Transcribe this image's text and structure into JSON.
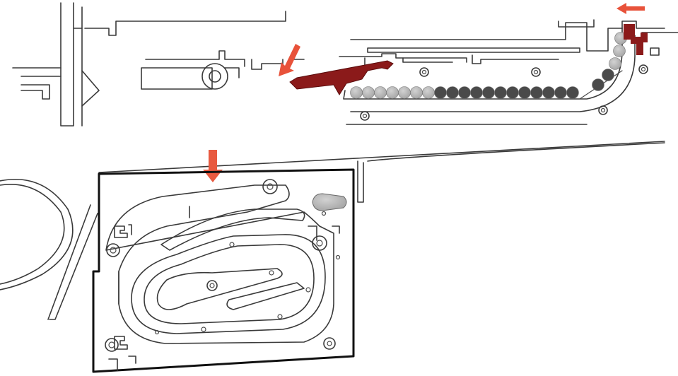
{
  "diagram": {
    "colors": {
      "background": "#ffffff",
      "line": "#3a3a3a",
      "frame": "#111111",
      "highlight_part": "#8b1a1a",
      "arrow": "#e8523a",
      "down_arrow": "#e85a40",
      "cartridge_light": "#a8a8a8",
      "cartridge_dark": "#4a4a4a"
    },
    "belt": {
      "light_rounds": 7,
      "dark_rounds": 12,
      "curve_rounds": 5
    },
    "arrows": [
      {
        "id": "feed-direction",
        "direction": "left",
        "icon": "arrow-left-icon"
      },
      {
        "id": "pawl-motion",
        "direction": "down-left",
        "icon": "arrow-down-left-icon"
      },
      {
        "id": "section-pointer",
        "direction": "down",
        "icon": "arrow-down-icon"
      }
    ]
  }
}
